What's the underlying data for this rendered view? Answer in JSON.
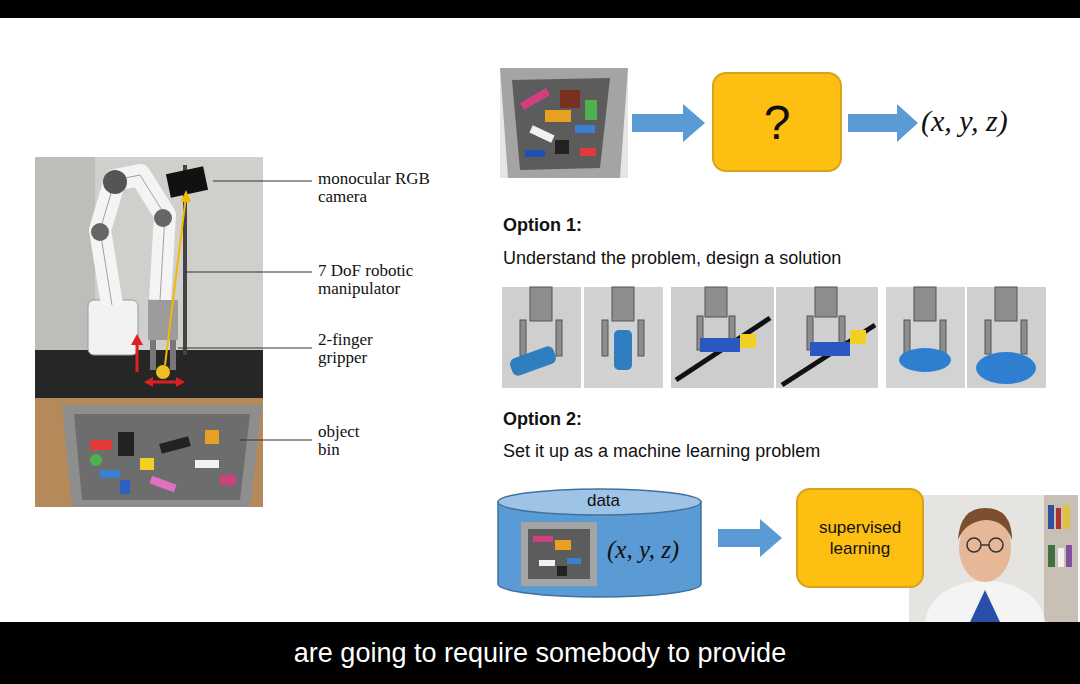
{
  "diagram": {
    "nodes": [
      {
        "text": [
          "?"
        ]
      },
      {
        "text": [
          "data",
          "(x, y, z)"
        ]
      },
      {
        "text": [
          "supervised learning"
        ]
      },
      {
        "text": [
          "are going to require somebody to provide"
        ]
      }
    ],
    "edges": [
      {
        "from": 1,
        "to": 2,
        "arrow": "to"
      }
    ],
    "labels": [
      "monocular RGB camera",
      "7 DoF robotic manipulator",
      "2-finger gripper",
      "object bin",
      "(x, y, z)",
      "Option 1:",
      "Understand the problem, design a solution",
      "Option 2:",
      "Set it up as a machine learning problem"
    ]
  }
}
